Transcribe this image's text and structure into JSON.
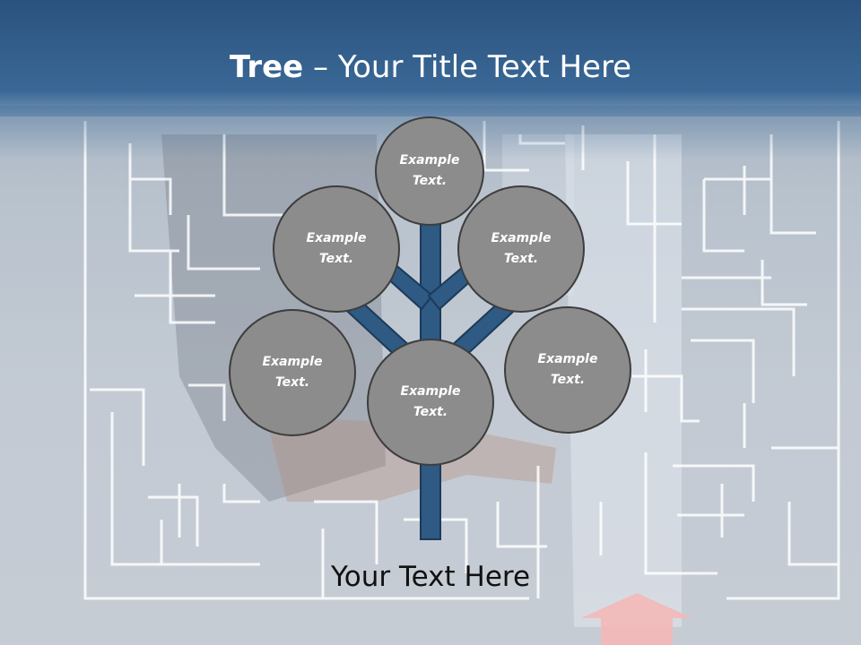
{
  "title": {
    "bold": "Tree",
    "rest": " – Your Title Text Here"
  },
  "nodes": [
    {
      "text": "Example\nText."
    },
    {
      "text": "Example\nText."
    },
    {
      "text": "Example\nText."
    },
    {
      "text": "Example\nText."
    },
    {
      "text": "Example\nText."
    },
    {
      "text": "Example\nText."
    }
  ],
  "footer": "Your Text Here",
  "colors": {
    "header": "#3a6896",
    "trunk": "#2e5a84",
    "node_fill": "#8c8c8c",
    "node_border": "#3d3d3d",
    "arrow": "#f4b8b8"
  }
}
